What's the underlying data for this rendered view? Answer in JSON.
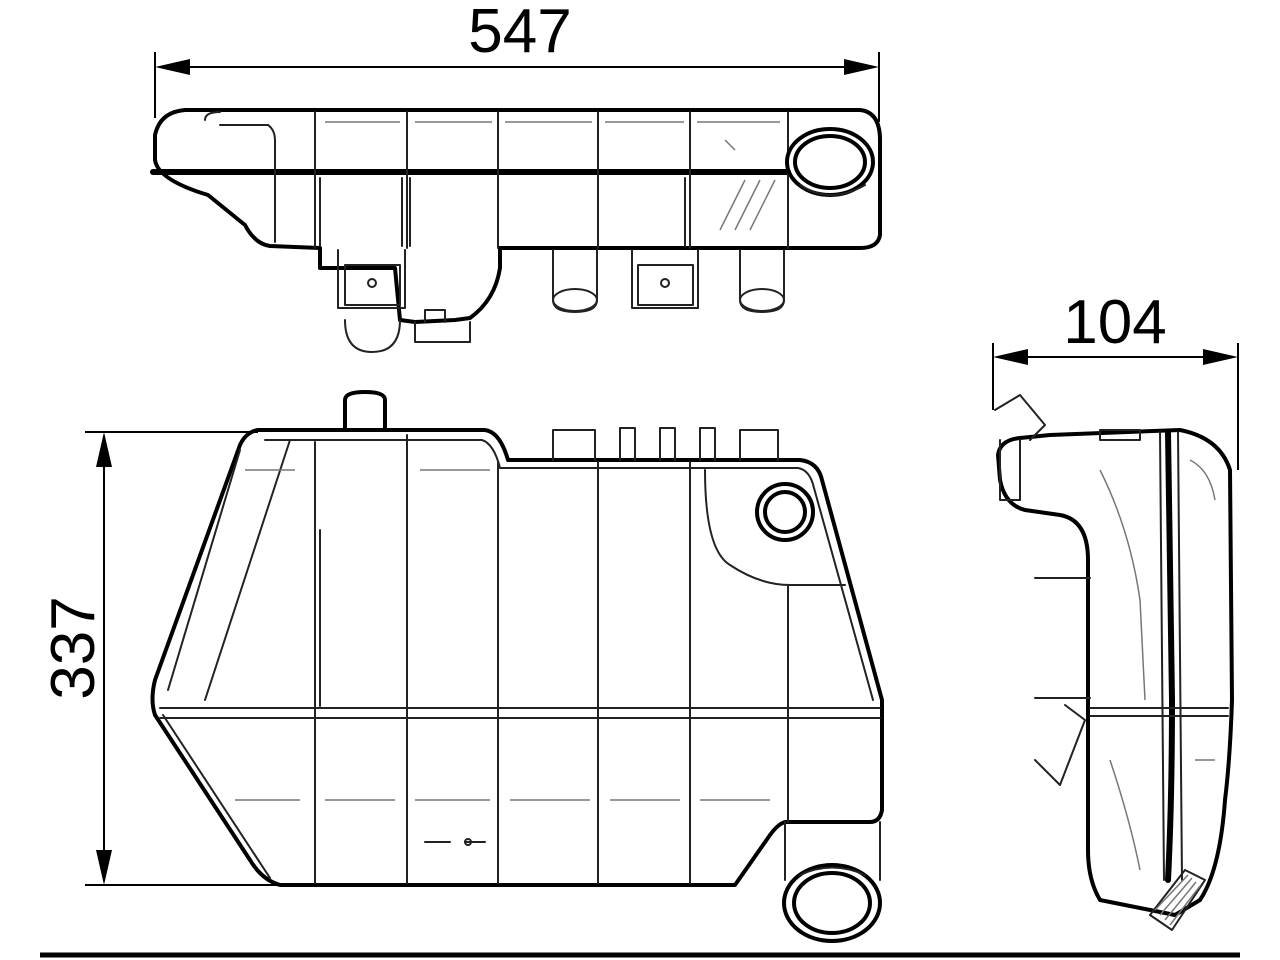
{
  "dimensions": {
    "length": "547",
    "height": "337",
    "depth": "104"
  },
  "views": [
    "top-view",
    "front-view",
    "side-view"
  ],
  "colors": {
    "line": "#000000",
    "background": "#ffffff"
  }
}
